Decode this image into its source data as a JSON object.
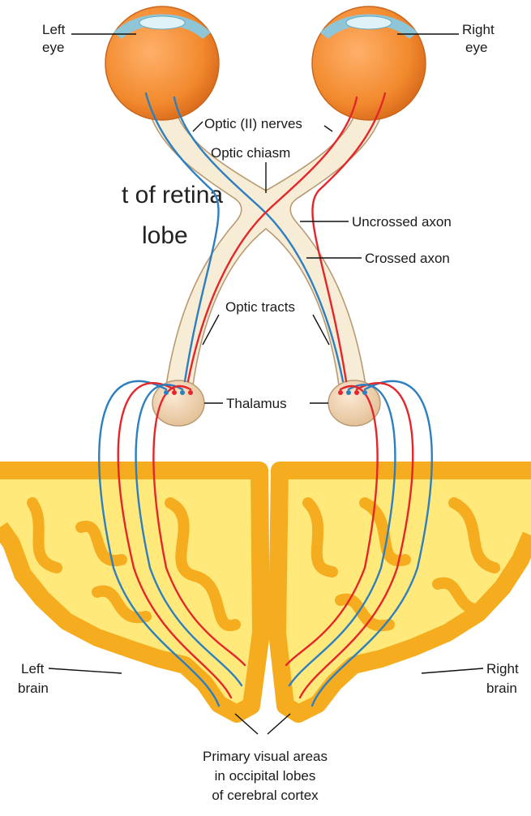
{
  "background_text": {
    "line1": "t of retina",
    "line2": "lobe"
  },
  "labels": {
    "left_eye": [
      "Left",
      "eye"
    ],
    "right_eye": [
      "Right",
      "eye"
    ],
    "optic_nerves": "Optic (II) nerves",
    "optic_chiasm": "Optic chiasm",
    "uncrossed_axon": "Uncrossed axon",
    "crossed_axon": "Crossed axon",
    "optic_tracts": "Optic tracts",
    "thalamus": "Thalamus",
    "left_brain": [
      "Left",
      "brain"
    ],
    "right_brain": [
      "Right",
      "brain"
    ],
    "primary_visual_areas": [
      "Primary visual areas",
      "in occipital lobes",
      "of cerebral cortex"
    ]
  },
  "colors": {
    "eye": "#f28a2e",
    "tract": "#f7ecd6",
    "tract_outline": "#b89a72",
    "thalamus": "#f0d3b0",
    "cortex": "#ffe97a",
    "cortex_edge": "#f5ad1f",
    "nerve_blue": "#2d7fc0",
    "nerve_red": "#e4262a"
  }
}
